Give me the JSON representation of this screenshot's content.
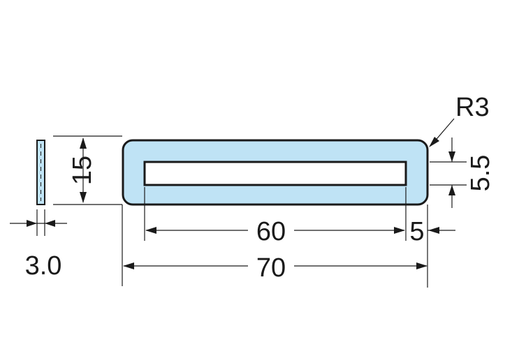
{
  "drawing": {
    "part_fill": "#bfe3f5",
    "outline_color": "#1a1a1a",
    "dimensions": {
      "radius": "R3",
      "slot_height": "5.5",
      "height": "15",
      "slot_length": "60",
      "end_margin": "5",
      "total_length": "70",
      "thickness": "3.0"
    }
  }
}
